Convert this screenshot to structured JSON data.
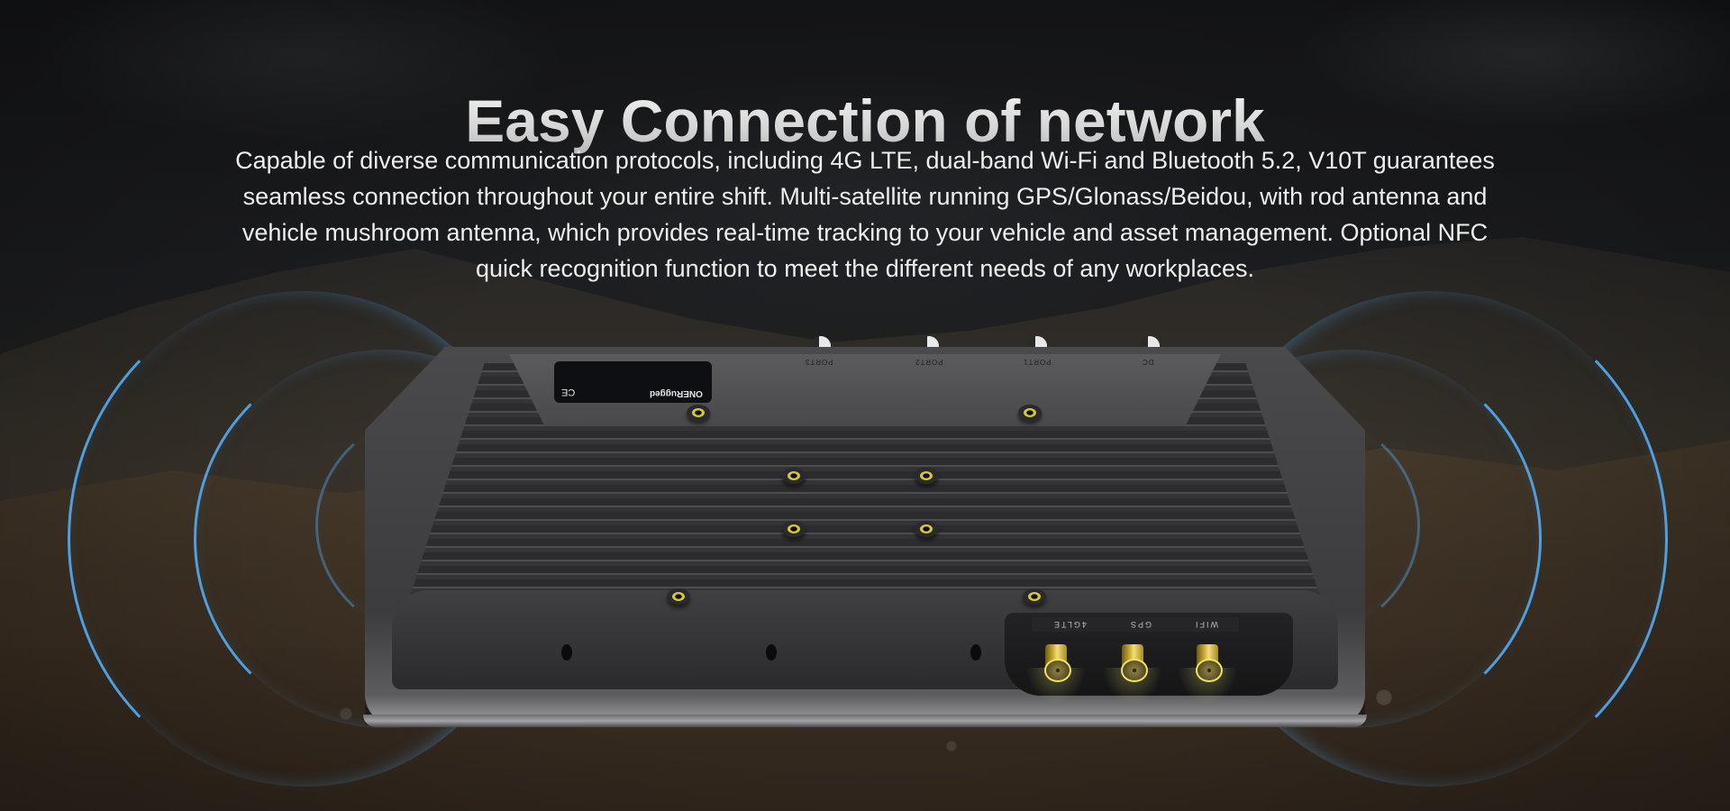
{
  "hero": {
    "title": "Easy Connection of network",
    "description_lines": [
      "Capable of diverse communication protocols, including 4G LTE, dual-band Wi-Fi and Bluetooth 5.2, V10T guarantees",
      "seamless connection throughout your entire shift. Multi-satellite running GPS/Glonass/Beidou, with rod antenna and",
      "vehicle mushroom antenna, which provides real-time tracking to your vehicle and asset management. Optional NFC",
      "quick recognition function to meet the different needs of any workplaces."
    ]
  },
  "device": {
    "model": "V10T",
    "brand_label": "ONERugged",
    "certification_marks": "CE",
    "top_ports": [
      "PORT3",
      "PORT2",
      "PORT1",
      "DC"
    ],
    "antenna_connectors": [
      "WIFI",
      "GPS",
      "4GLTE"
    ]
  },
  "colors": {
    "signal_arc": "#4f9fe0",
    "connector_gold": "#d6b43a",
    "background_dark": "#1a1b1d",
    "text": "#eeeeee"
  },
  "icons": {
    "signal_left": "wifi-signal-arcs-left-icon",
    "signal_right": "wifi-signal-arcs-right-icon",
    "dc_power": "dc-power-symbol-icon"
  }
}
